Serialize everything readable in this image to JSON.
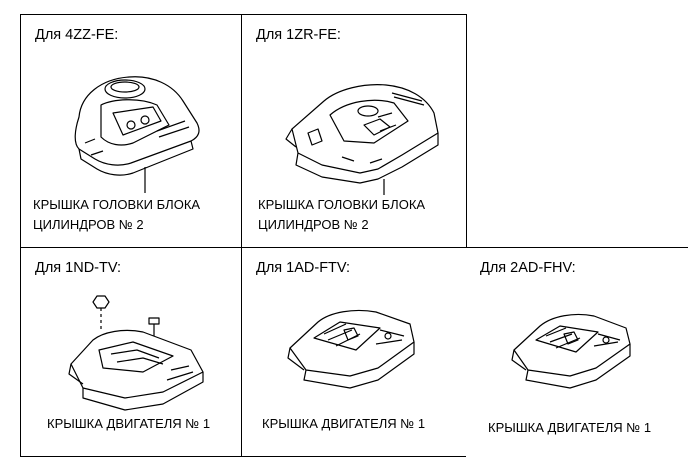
{
  "cells": [
    {
      "title": "Для 4ZZ-FE:",
      "caption_lines": [
        "КРЫШКА ГОЛОВКИ БЛОКА",
        "ЦИЛИНДРОВ № 2"
      ]
    },
    {
      "title": "Для 1ZR-FE:",
      "caption_lines": [
        "КРЫШКА ГОЛОВКИ БЛОКА",
        "ЦИЛИНДРОВ № 2"
      ]
    },
    {
      "title": "Для 1ND-TV:",
      "caption_lines": [
        "КРЫШКА ДВИГАТЕЛЯ № 1"
      ]
    },
    {
      "title": "Для 1AD-FTV:",
      "caption_lines": [
        "КРЫШКА ДВИГАТЕЛЯ № 1"
      ]
    },
    {
      "title": "Для 2AD-FHV:",
      "caption_lines": [
        "КРЫШКА ДВИГАТЕЛЯ № 1"
      ]
    }
  ]
}
